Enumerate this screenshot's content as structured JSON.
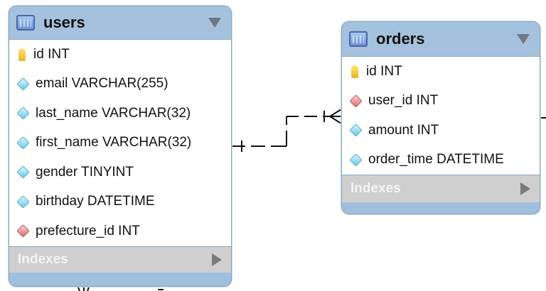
{
  "entities": {
    "users": {
      "title": "users",
      "columns": [
        {
          "label": "id INT",
          "icon": "primary-key-icon"
        },
        {
          "label": "email VARCHAR(255)",
          "icon": "attribute-diamond-icon"
        },
        {
          "label": "last_name VARCHAR(32)",
          "icon": "attribute-diamond-icon"
        },
        {
          "label": "first_name VARCHAR(32)",
          "icon": "attribute-diamond-icon"
        },
        {
          "label": "gender TINYINT",
          "icon": "attribute-diamond-icon"
        },
        {
          "label": "birthday DATETIME",
          "icon": "attribute-diamond-icon"
        },
        {
          "label": "prefecture_id INT",
          "icon": "foreign-key-diamond-icon"
        }
      ],
      "indexes_label": "Indexes"
    },
    "orders": {
      "title": "orders",
      "columns": [
        {
          "label": "id INT",
          "icon": "primary-key-icon"
        },
        {
          "label": "user_id INT",
          "icon": "foreign-key-diamond-icon"
        },
        {
          "label": "amount INT",
          "icon": "attribute-diamond-icon"
        },
        {
          "label": "order_time DATETIME",
          "icon": "attribute-diamond-icon"
        }
      ],
      "indexes_label": "Indexes"
    }
  },
  "colors": {
    "header": "#a4c2de",
    "indexes_bar": "#cfcfcf",
    "attribute_diamond": "#69c8e6",
    "foreign_key_diamond": "#d86a6a",
    "primary_key": "#e8b520"
  }
}
